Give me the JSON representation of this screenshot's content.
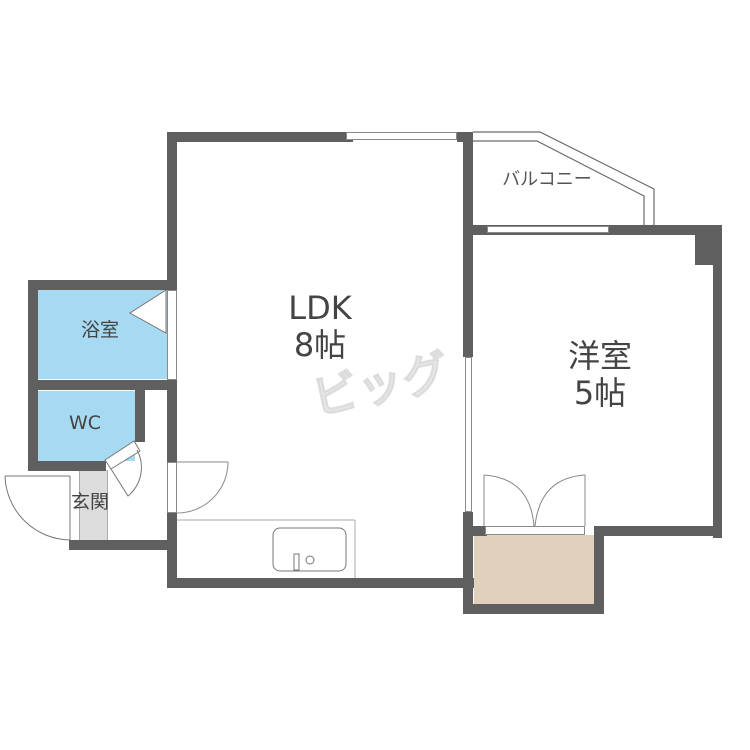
{
  "floorplan": {
    "rooms": {
      "ldk": {
        "name": "LDK",
        "size": "8帖"
      },
      "western_room": {
        "name": "洋室",
        "size": "5帖"
      },
      "bathroom": {
        "name": "浴室"
      },
      "wc": {
        "name": "WC"
      },
      "entrance": {
        "name": "玄関"
      },
      "balcony": {
        "name": "バルコニー"
      }
    },
    "watermark": "ビッグ",
    "colors": {
      "wall": "#5f5f5f",
      "wet_area": "#a6d9f2",
      "closet": "#e0d0bc",
      "entrance_floor": "#dcdcdc",
      "background": "#ffffff"
    }
  }
}
